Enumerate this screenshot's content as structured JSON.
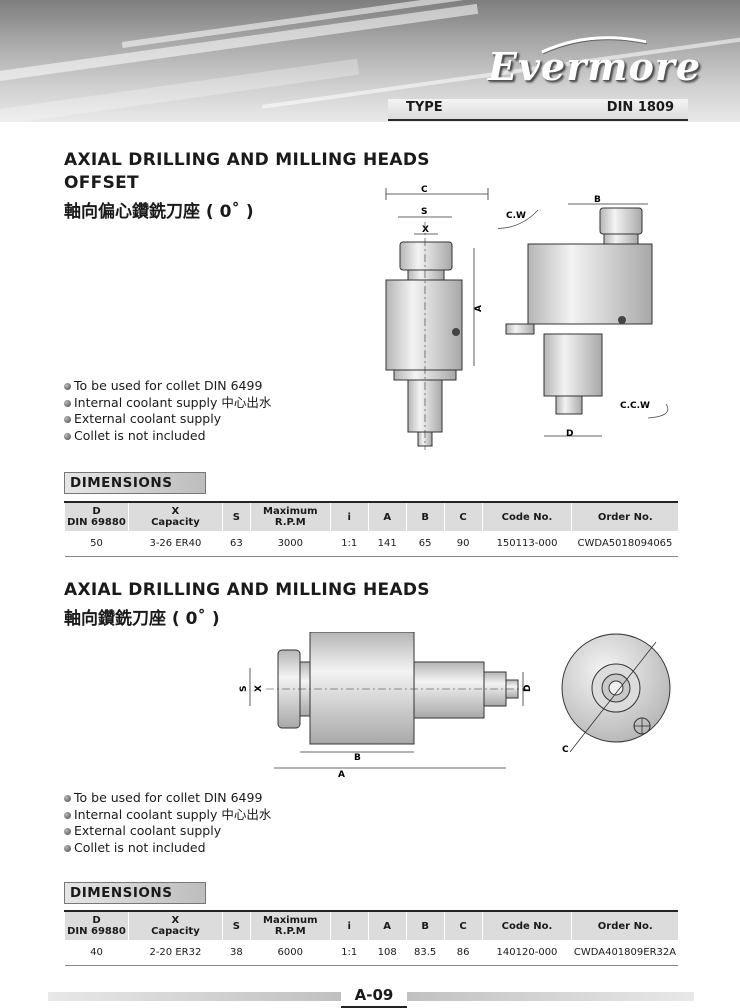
{
  "brand": {
    "logo_text": "Evermore"
  },
  "type_bar": {
    "label": "TYPE",
    "value": "DIN 1809"
  },
  "section1": {
    "title_line1": "AXIAL DRILLING AND MILLING HEADS",
    "title_line2": "OFFSET",
    "title_cn": "軸向偏心鑽銑刀座 ( 0˚ )",
    "bullets": [
      "To be used for collet DIN 6499",
      "Internal coolant supply 中心出水",
      "External coolant supply",
      "Collet is not included"
    ],
    "drawing_labels": {
      "c": "C",
      "s": "S",
      "x": "X",
      "a": "A",
      "b": "B",
      "d": "D",
      "cw": "C.W",
      "ccw": "C.C.W"
    },
    "dimensions_label": "DIMENSIONS",
    "table": {
      "headers": [
        [
          "D",
          "DIN 69880"
        ],
        [
          "X",
          "Capacity"
        ],
        [
          "S"
        ],
        [
          "Maximum",
          "R.P.M"
        ],
        [
          "i"
        ],
        [
          "A"
        ],
        [
          "B"
        ],
        [
          "C"
        ],
        [
          "Code No."
        ],
        [
          "Order No."
        ]
      ],
      "row": [
        "50",
        "3-26  ER40",
        "63",
        "3000",
        "1:1",
        "141",
        "65",
        "90",
        "150113-000",
        "CWDA5018094065"
      ]
    }
  },
  "section2": {
    "title": "AXIAL DRILLING AND MILLING HEADS",
    "title_cn": "軸向鑽銑刀座 ( 0˚ )",
    "bullets": [
      "To be used for collet DIN 6499",
      "Internal coolant supply 中心出水",
      "External coolant supply",
      "Collet is not included"
    ],
    "drawing_labels": {
      "s": "S",
      "x": "X",
      "b": "B",
      "a": "A",
      "d": "D",
      "c": "C"
    },
    "dimensions_label": "DIMENSIONS",
    "table": {
      "headers": [
        [
          "D",
          "DIN 69880"
        ],
        [
          "X",
          "Capacity"
        ],
        [
          "S"
        ],
        [
          "Maximum",
          "R.P.M"
        ],
        [
          "i"
        ],
        [
          "A"
        ],
        [
          "B"
        ],
        [
          "C"
        ],
        [
          "Code No."
        ],
        [
          "Order No."
        ]
      ],
      "row": [
        "40",
        "2-20  ER32",
        "38",
        "6000",
        "1:1",
        "108",
        "83.5",
        "86",
        "140120-000",
        "CWDA401809ER32A"
      ]
    }
  },
  "footer": {
    "page_number": "A-09"
  }
}
